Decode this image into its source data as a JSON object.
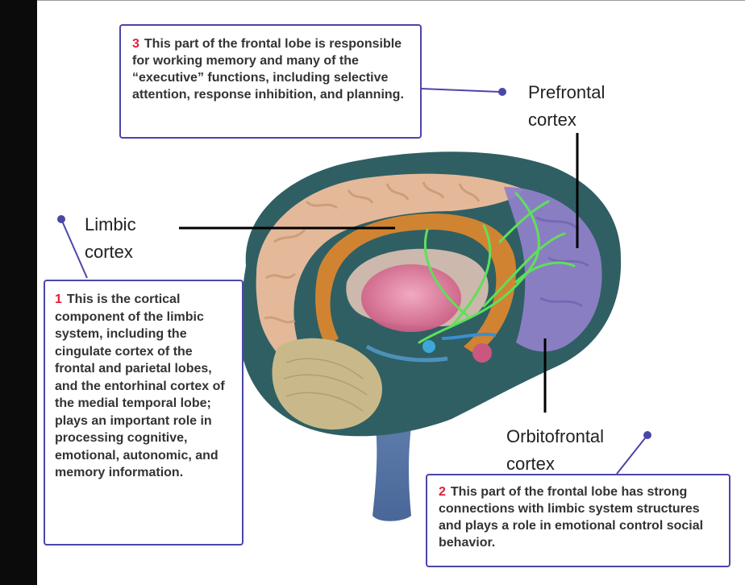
{
  "callouts": {
    "prefrontal": {
      "number": "3",
      "text": "This part of the frontal lobe is responsible for working memory and many of the “executive” functions, including selective attention, response inhibition, and planning."
    },
    "limbic": {
      "number": "1",
      "text": "This is the cortical component of the limbic system, including the cingulate cortex of the frontal and parietal lobes, and the entorhinal cortex of the medial temporal lobe; plays an important role in processing cognitive, emotional, autonomic, and memory information."
    },
    "orbitofrontal": {
      "number": "2",
      "text": "This part of the frontal lobe has strong connections with limbic system structures and plays a role in emotional control social behavior."
    }
  },
  "labels": {
    "prefrontal_line1": "Prefrontal",
    "prefrontal_line2": "cortex",
    "limbic_line1": "Limbic",
    "limbic_line2": "cortex",
    "orbitofrontal_line1": "Orbitofrontal",
    "orbitofrontal_line2": "cortex"
  },
  "colors": {
    "callout_border": "#4b46a8",
    "number_red": "#e0203c",
    "prefrontal_purple": "#8f7fc8",
    "outer_cortex": "#2f5f63",
    "gyri_tan": "#e3b99a",
    "limbic_orange": "#d9862e",
    "pathway_green": "#5ee05a",
    "cerebellum": "#c9b98a"
  }
}
